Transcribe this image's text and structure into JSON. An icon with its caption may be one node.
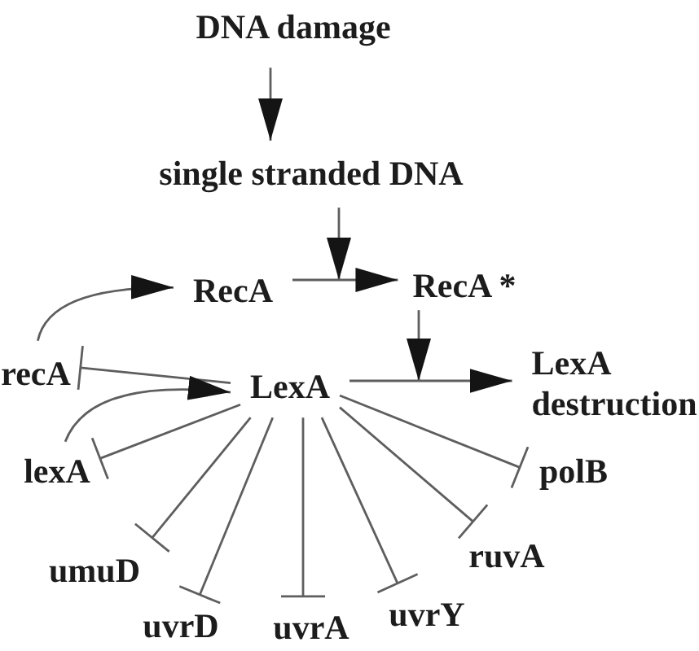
{
  "diagram": {
    "nodes": [
      {
        "text": [
          "DNA damage"
        ]
      },
      {
        "text": [
          "single stranded DNA"
        ]
      },
      {
        "text": [
          "RecA"
        ]
      },
      {
        "text": [
          "RecA *"
        ]
      },
      {
        "text": [
          "recA"
        ]
      },
      {
        "text": [
          "LexA"
        ]
      },
      {
        "text": [
          "LexA destruction"
        ]
      },
      {
        "text": [
          "lexA"
        ]
      },
      {
        "text": [
          "polB"
        ]
      },
      {
        "text": [
          "umuD"
        ]
      },
      {
        "text": [
          "ruvA"
        ]
      },
      {
        "text": [
          "uvrD"
        ]
      },
      {
        "text": [
          "uvrA"
        ]
      },
      {
        "text": [
          "uvrY"
        ]
      }
    ],
    "edges": [
      {
        "from": 0,
        "to": 1,
        "arrow": "to"
      },
      {
        "from": 1,
        "to": null,
        "arrow": "to"
      },
      {
        "from": 2,
        "to": 3,
        "arrow": "to"
      },
      {
        "from": 3,
        "to": null,
        "arrow": "to"
      },
      {
        "from": 4,
        "to": 2,
        "arrow": "to"
      },
      {
        "from": 5,
        "to": 4,
        "arrow": "other"
      },
      {
        "from": 5,
        "to": 6,
        "arrow": "to"
      },
      {
        "from": 7,
        "to": 5,
        "arrow": "to"
      },
      {
        "from": 5,
        "to": 7,
        "arrow": "other"
      },
      {
        "from": 5,
        "to": 8,
        "arrow": "other"
      },
      {
        "from": 5,
        "to": 9,
        "arrow": "other"
      },
      {
        "from": 5,
        "to": 10,
        "arrow": "other"
      },
      {
        "from": 5,
        "to": 11,
        "arrow": "other"
      },
      {
        "from": 5,
        "to": 12,
        "arrow": "other"
      },
      {
        "from": 5,
        "to": 13,
        "arrow": "other"
      }
    ]
  }
}
